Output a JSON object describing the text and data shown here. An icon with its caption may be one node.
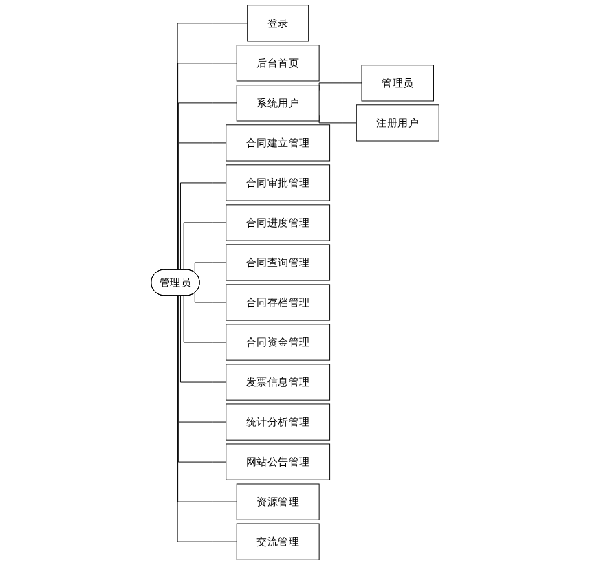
{
  "diagram": {
    "nodes": [
      {
        "text": [
          "管理员"
        ]
      },
      {
        "text": [
          "登录"
        ]
      },
      {
        "text": [
          "后台首页"
        ]
      },
      {
        "text": [
          "系统用户"
        ]
      },
      {
        "text": [
          "合同建立管理"
        ]
      },
      {
        "text": [
          "合同审批管理"
        ]
      },
      {
        "text": [
          "合同进度管理"
        ]
      },
      {
        "text": [
          "合同查询管理"
        ]
      },
      {
        "text": [
          "合同存档管理"
        ]
      },
      {
        "text": [
          "合同资金管理"
        ]
      },
      {
        "text": [
          "发票信息管理"
        ]
      },
      {
        "text": [
          "统计分析管理"
        ]
      },
      {
        "text": [
          "网站公告管理"
        ]
      },
      {
        "text": [
          "资源管理"
        ]
      },
      {
        "text": [
          "交流管理"
        ]
      },
      {
        "text": [
          "管理员"
        ]
      },
      {
        "text": [
          "注册用户"
        ]
      }
    ],
    "edges": [
      {
        "from": 0,
        "to": 1,
        "arrow": "none"
      },
      {
        "from": 0,
        "to": 2,
        "arrow": "none"
      },
      {
        "from": 0,
        "to": 3,
        "arrow": "none"
      },
      {
        "from": 0,
        "to": 4,
        "arrow": "none"
      },
      {
        "from": 0,
        "to": 5,
        "arrow": "none"
      },
      {
        "from": 0,
        "to": 6,
        "arrow": "none"
      },
      {
        "from": 0,
        "to": 7,
        "arrow": "none"
      },
      {
        "from": 0,
        "to": 8,
        "arrow": "none"
      },
      {
        "from": 0,
        "to": 9,
        "arrow": "none"
      },
      {
        "from": 0,
        "to": 10,
        "arrow": "none"
      },
      {
        "from": 0,
        "to": 11,
        "arrow": "none"
      },
      {
        "from": 0,
        "to": 12,
        "arrow": "none"
      },
      {
        "from": 0,
        "to": 13,
        "arrow": "none"
      },
      {
        "from": 0,
        "to": 14,
        "arrow": "none"
      },
      {
        "from": 3,
        "to": 15,
        "arrow": "none"
      },
      {
        "from": 3,
        "to": 16,
        "arrow": "none"
      }
    ]
  }
}
